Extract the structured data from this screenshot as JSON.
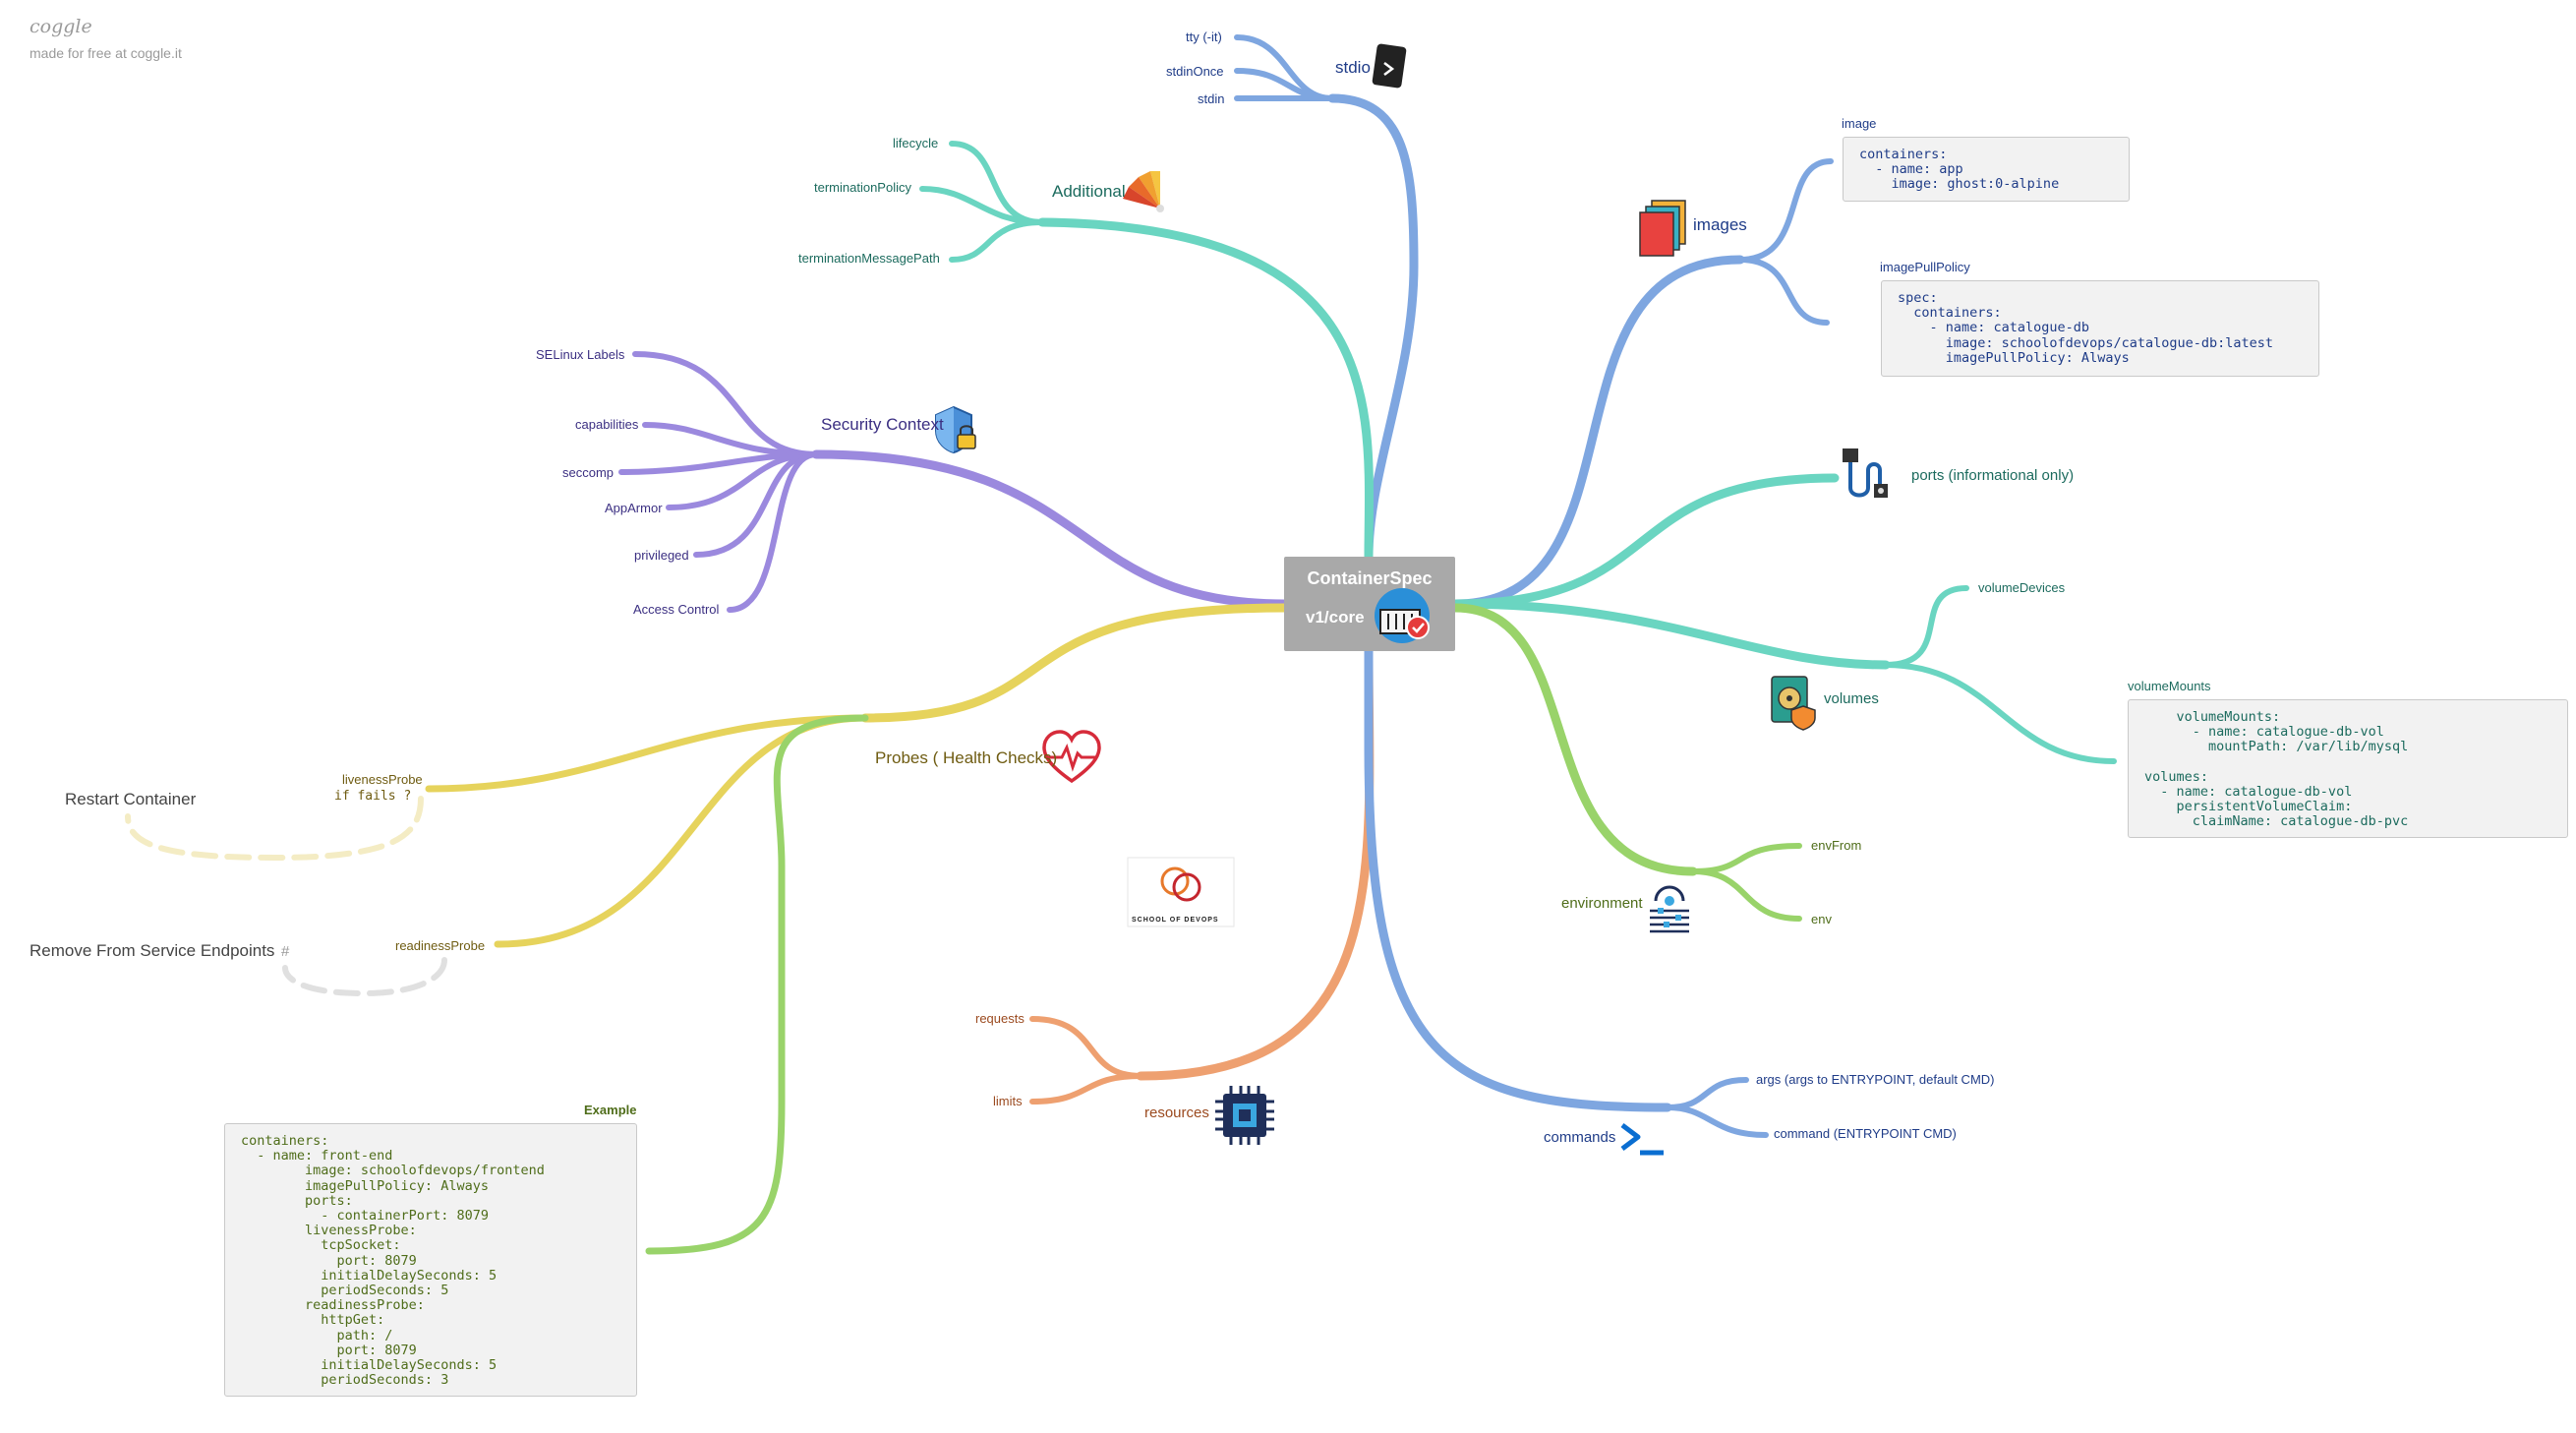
{
  "branding": {
    "logo": "coggle",
    "credit": "made for free at coggle.it"
  },
  "center": {
    "title": "ContainerSpec",
    "subtitle": "v1/core",
    "icon": "container-check-icon"
  },
  "colors": {
    "blue": "#7ea6e0",
    "teal": "#6ad5c1",
    "purple": "#9b89de",
    "yellow": "#e6d35c",
    "green": "#99d36a",
    "orange": "#eea070",
    "dashed_yellow": "#f4ecc4",
    "dashed_grey": "#e0e0e0"
  },
  "branches": {
    "stdio": {
      "label": "stdio",
      "icon": "terminal-icon",
      "children": [
        "tty (-it)",
        "stdinOnce",
        "stdin"
      ]
    },
    "additional": {
      "label": "Additional",
      "icon": "color-fan-icon",
      "children": [
        "lifecycle",
        "terminationPolicy",
        "terminationMessagePath"
      ]
    },
    "security": {
      "label": "Security Context",
      "icon": "shield-lock-icon",
      "children": [
        "SELinux Labels",
        "capabilities",
        "seccomp",
        "AppArmor",
        "privileged",
        "Access Control"
      ]
    },
    "probes": {
      "label": "Probes ( Health Checks)",
      "icon": "heartbeat-icon",
      "liveness": "livenessProbe",
      "liveness_note": "if fails ?",
      "liveness_result": "Restart Container",
      "readiness": "readinessProbe",
      "readiness_result": "Remove From Service Endpoints",
      "readiness_hash": "#",
      "example_title": "Example",
      "example_code": "containers:\n  - name: front-end\n        image: schoolofdevops/frontend\n        imagePullPolicy: Always\n        ports:\n          - containerPort: 8079\n        livenessProbe:\n          tcpSocket:\n            port: 8079\n          initialDelaySeconds: 5\n          periodSeconds: 5\n        readinessProbe:\n          httpGet:\n            path: /\n            port: 8079\n          initialDelaySeconds: 5\n          periodSeconds: 3"
    },
    "school_logo": {
      "text": "SCHOOL OF DEVOPS",
      "icon": "school-of-devops-logo"
    },
    "resources": {
      "label": "resources",
      "icon": "cpu-chip-icon",
      "children": [
        "requests",
        "limits"
      ]
    },
    "images": {
      "label": "images",
      "icon": "image-stack-icon",
      "image_title": "image",
      "image_code": "containers:\n  - name: app\n    image: ghost:0-alpine",
      "pull_title": "imagePullPolicy",
      "pull_code": "spec:\n  containers:\n    - name: catalogue-db\n      image: schoolofdevops/catalogue-db:latest\n      imagePullPolicy: Always"
    },
    "ports": {
      "label": "ports (informational only)",
      "icon": "network-cable-icon"
    },
    "volumes": {
      "label": "volumes",
      "icon": "disk-shield-icon",
      "devices": "volumeDevices",
      "mounts_title": "volumeMounts",
      "mounts_code": "    volumeMounts:\n      - name: catalogue-db-vol\n        mountPath: /var/lib/mysql\n\nvolumes:\n  - name: catalogue-db-vol\n    persistentVolumeClaim:\n      claimName: catalogue-db-pvc"
    },
    "environment": {
      "label": "environment",
      "icon": "settings-sliders-icon",
      "children": [
        "envFrom",
        "env"
      ]
    },
    "commands": {
      "label": "commands",
      "icon": "powershell-icon",
      "children": [
        "args (args to ENTRYPOINT, default CMD)",
        "command (ENTRYPOINT CMD)"
      ]
    }
  }
}
